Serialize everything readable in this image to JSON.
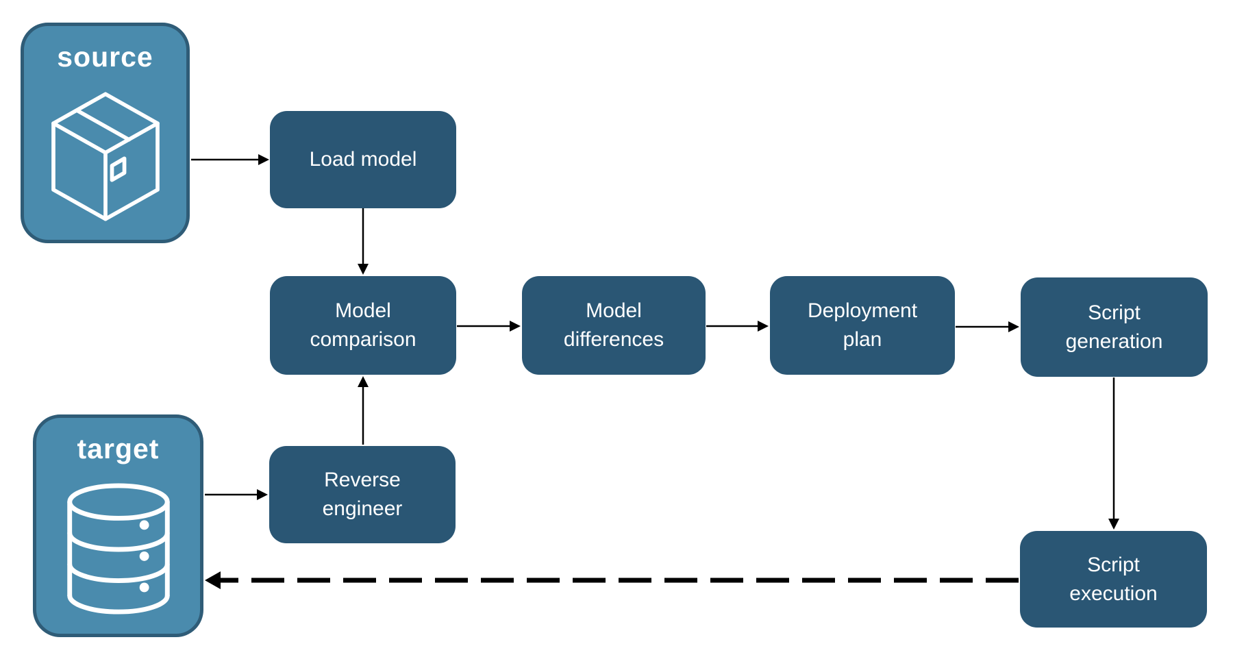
{
  "diagram": {
    "endpoints": {
      "source": {
        "label": "source",
        "icon": "package-icon"
      },
      "target": {
        "label": "target",
        "icon": "database-icon"
      }
    },
    "steps": {
      "load_model": {
        "label": "Load model"
      },
      "model_comparison": {
        "label": "Model comparison"
      },
      "model_differences": {
        "label": "Model differences"
      },
      "deployment_plan": {
        "label": "Deployment plan"
      },
      "script_generation": {
        "label": "Script generation"
      },
      "reverse_engineer": {
        "label": "Reverse engineer"
      },
      "script_execution": {
        "label": "Script execution"
      }
    },
    "connections": [
      {
        "from": "source",
        "to": "load_model",
        "style": "solid"
      },
      {
        "from": "load_model",
        "to": "model_comparison",
        "style": "solid"
      },
      {
        "from": "model_comparison",
        "to": "model_differences",
        "style": "solid"
      },
      {
        "from": "model_differences",
        "to": "deployment_plan",
        "style": "solid"
      },
      {
        "from": "deployment_plan",
        "to": "script_generation",
        "style": "solid"
      },
      {
        "from": "script_generation",
        "to": "script_execution",
        "style": "solid"
      },
      {
        "from": "target",
        "to": "reverse_engineer",
        "style": "solid"
      },
      {
        "from": "reverse_engineer",
        "to": "model_comparison",
        "style": "solid"
      },
      {
        "from": "script_execution",
        "to": "target",
        "style": "dashed"
      }
    ]
  },
  "colors": {
    "step-fill": "#2A5674",
    "endpoint-fill": "#4A8BAD",
    "endpoint-border": "#2F5C77",
    "label-text": "#FFFFFF",
    "connector": "#000000",
    "canvas-bg": "#FFFFFF"
  }
}
